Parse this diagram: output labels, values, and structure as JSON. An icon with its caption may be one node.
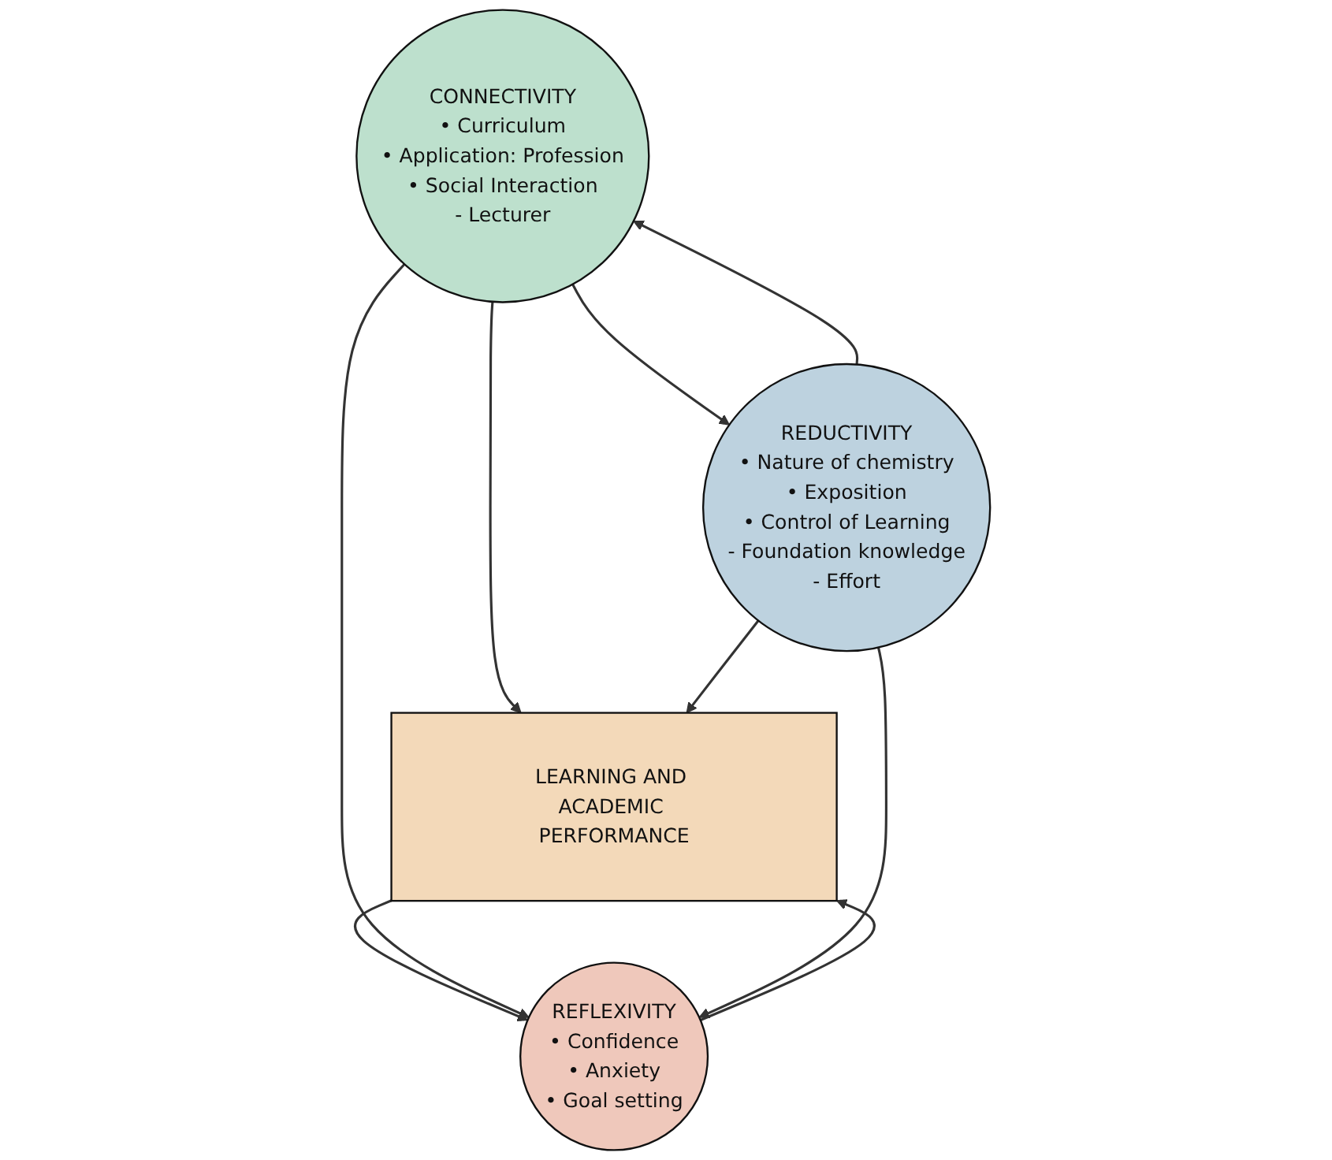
{
  "diagram": {
    "nodes": [
      {
        "text": [
          "CONNECTIVITY",
          "• Curriculum",
          "• Application: Profession",
          "• Social Interaction",
          "- Lecturer"
        ]
      },
      {
        "text": [
          "REDUCTIVITY",
          "• Nature of chemistry",
          "• Exposition",
          "• Control of Learning",
          "- Foundation knowledge",
          "- Effort"
        ]
      },
      {
        "text": [
          "LEARNING AND ACADEMIC PERFORMANCE"
        ]
      },
      {
        "text": [
          "REFLEXIVITY",
          "• Confidence",
          "• Anxiety",
          "• Goal setting"
        ]
      }
    ],
    "edges": [
      {
        "from": 0,
        "to": 1,
        "arrow": "to"
      },
      {
        "from": 1,
        "to": 0,
        "arrow": "to"
      },
      {
        "from": 0,
        "to": 2,
        "arrow": "to"
      },
      {
        "from": 1,
        "to": 2,
        "arrow": "to"
      },
      {
        "from": 2,
        "to": 3,
        "arrow": "to"
      },
      {
        "from": 3,
        "to": 2,
        "arrow": "to"
      },
      {
        "from": 0,
        "to": 3,
        "arrow": "to"
      },
      {
        "from": 1,
        "to": 3,
        "arrow": "to"
      }
    ]
  }
}
